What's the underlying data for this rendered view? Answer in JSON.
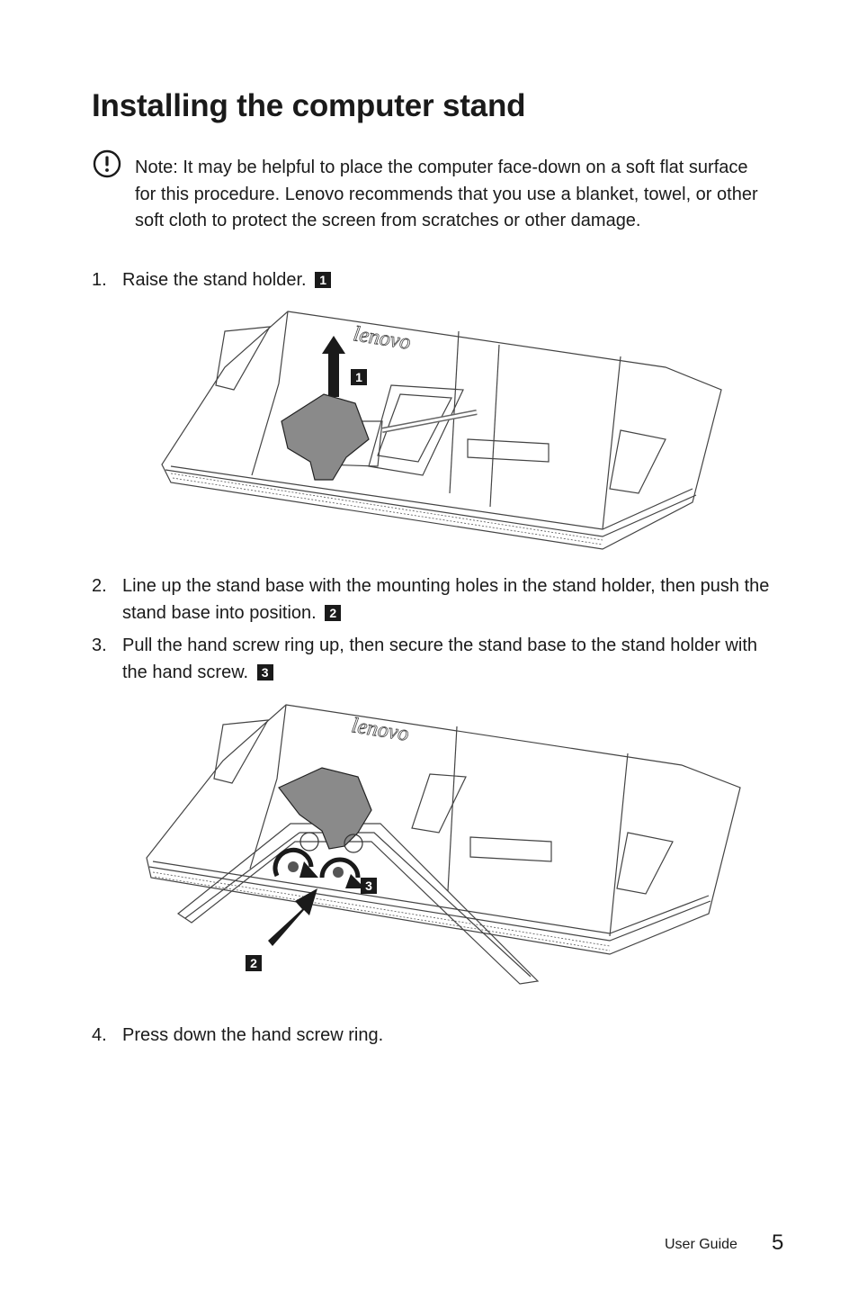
{
  "page": {
    "title": "Installing the computer stand",
    "note_label": "Note:",
    "note_text": " It may be helpful to place the computer face-down on a soft flat surface for this procedure. Lenovo recommends that you use a blanket, towel, or other soft cloth to protect the screen from scratches or other damage.",
    "steps": [
      {
        "num": "1.",
        "text": "Raise the stand holder.",
        "badge": "1"
      },
      {
        "num": "2.",
        "text": "Line up the stand base with the mounting holes in the stand holder, then push the stand base into position.",
        "badge": "2"
      },
      {
        "num": "3.",
        "text": "Pull the hand screw ring up, then secure the stand base to the stand holder with the hand screw.",
        "badge": "3"
      },
      {
        "num": "4.",
        "text": "Press down the hand screw ring.",
        "badge": ""
      }
    ],
    "figure1": {
      "brand": "lenovo",
      "callout": "1"
    },
    "figure2": {
      "brand": "lenovo",
      "callout_a": "3",
      "callout_b": "2"
    },
    "footer": {
      "label": "User Guide",
      "page_number": "5"
    }
  }
}
